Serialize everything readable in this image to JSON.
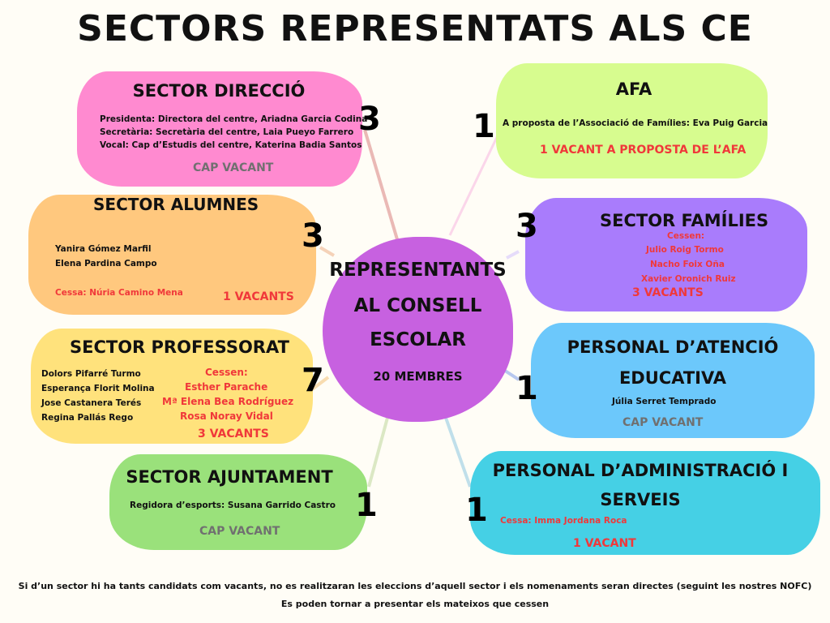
{
  "title": "SECTORS REPRESENTATS ALS CE",
  "center": {
    "line1": "REPRESENTANTS",
    "line2": "AL CONSELL",
    "line3": "ESCOLAR",
    "members": "20 MEMBRES"
  },
  "direccio": {
    "title": "SECTOR DIRECCIÓ",
    "lines": [
      "Presidenta: Directora del centre, Ariadna Garcia Codina",
      "Secretària: Secretària del centre, Laia Pueyo Farrero",
      "Vocal: Cap d’Estudis del centre, Katerina Badia Santos"
    ],
    "vacant": "CAP VACANT",
    "count": "3"
  },
  "afa": {
    "title": "AFA",
    "lines": [
      "A proposta de l’Associació de Famílies: Eva Puig Garcia"
    ],
    "vacant": "1 VACANT A PROPOSTA DE L’AFA",
    "count": "1"
  },
  "alumnes": {
    "title": "SECTOR ALUMNES",
    "lines": [
      "Yanira Gómez Marfil",
      "Elena Pardina Campo"
    ],
    "ceased": "Cessa: Núria Camino Mena",
    "vacant": "1 VACANTS",
    "count": "3"
  },
  "families": {
    "title": "SECTOR FAMÍLIES",
    "ceased_label": "Cessen:",
    "ceased": [
      "Julio Roig Tormo",
      "Nacho Foix Oña",
      "Xavier Oronich Ruiz"
    ],
    "vacant": "3 VACANTS",
    "count": "3"
  },
  "professorat": {
    "title": "SECTOR PROFESSORAT",
    "lines": [
      "Dolors Pifarré Turmo",
      "Esperança Florit Molina",
      "Jose Castanera Terés",
      "Regina Pallás Rego"
    ],
    "ceased_label": "Cessen:",
    "ceased": [
      "Esther Parache",
      "Mª Elena Bea Rodríguez",
      "Rosa Noray Vidal"
    ],
    "vacant": "3 VACANTS",
    "count": "7"
  },
  "atencio": {
    "title1": "PERSONAL D’ATENCIÓ",
    "title2": "EDUCATIVA",
    "lines": [
      "Júlia Serret Temprado"
    ],
    "vacant": "CAP VACANT",
    "count": "1"
  },
  "ajuntament": {
    "title": "SECTOR AJUNTAMENT",
    "lines": [
      "Regidora d’esports: Susana Garrido Castro"
    ],
    "vacant": "CAP VACANT",
    "count": "1"
  },
  "administracio": {
    "title1": "PERSONAL D’ADMINISTRACIÓ I",
    "title2": "SERVEIS",
    "ceased": "Cessa: Imma Jordana Roca",
    "vacant": "1 VACANT",
    "count": "1"
  },
  "footer": {
    "line1": "Si d’un sector hi ha tants candidats com vacants, no es realitzaran les eleccions d’aquell sector i els nomenaments seran directes (seguint les nostres NOFC)",
    "line2": "Es poden tornar a presentar els mateixos que cessen"
  }
}
